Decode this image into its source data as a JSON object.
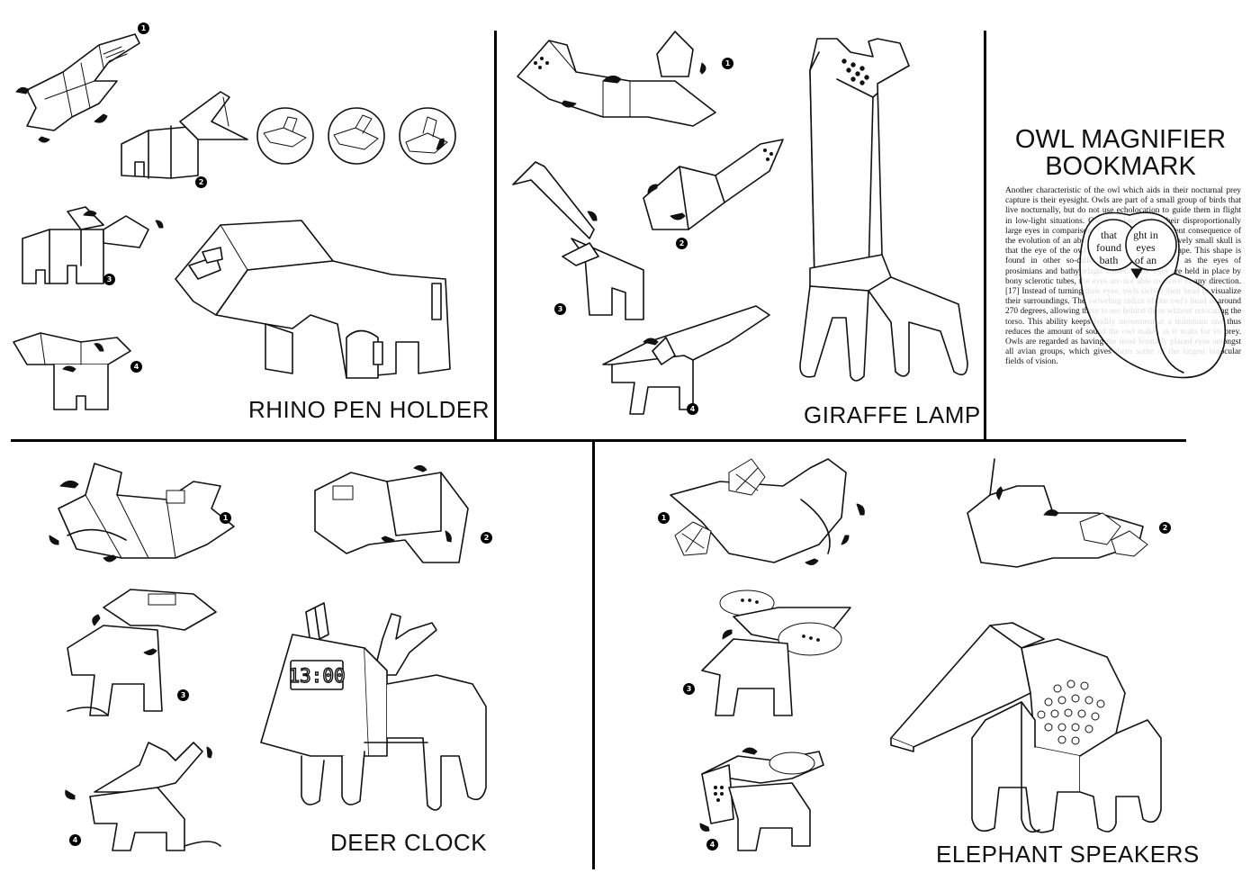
{
  "panels": {
    "rhino": {
      "title": "RHINO PEN HOLDER",
      "steps": [
        "1",
        "2",
        "3",
        "4"
      ]
    },
    "giraffe": {
      "title": "GIRAFFE LAMP",
      "steps": [
        "1",
        "2",
        "3",
        "4"
      ]
    },
    "owl": {
      "title_line1": "OWL MAGNIFIER",
      "title_line2": "BOOKMARK",
      "text": "Another characteristic of the owl which aids in their nocturnal prey capture is their eyesight. Owls are part of a small group of birds that live nocturnally, but do not use echolocation to guide them in flight in low-light situations. Owls are known for their disproportionally large eyes in comparison to their skull. An apparent consequence of the evolution of an absolutely large eye in a relatively small skull is that the eye of the owl has become tubular in shape. This shape is found in other so-called nocturnal eyes, such as the eyes of prosimians and bathypelagic fishes. Owls' eyes are held in place by bony sclerotic tubes, the eyes are not able to move in any direction.[17] Instead of turning their eyes, owls swivel their head to visualize their surroundings. The swiveling radius of the owl's head is around 270 degrees, allowing them to see behind them without relocating the torso. This ability keeps bodily movement at a minimum and thus reduces the amount of sound the owl makes as it waits for its prey. Owls are regarded as having the most frontally placed eyes amongst all avian groups, which gives them some of the largest binocular fields of vision.",
      "lens_left": [
        "that",
        "found",
        "bath"
      ],
      "lens_right": [
        "ght in",
        "eyes",
        "of an"
      ]
    },
    "deer": {
      "title": "DEER CLOCK",
      "clock_time": "13:00",
      "steps": [
        "1",
        "2",
        "3",
        "4"
      ]
    },
    "elephant": {
      "title": "ELEPHANT SPEAKERS",
      "steps": [
        "1",
        "2",
        "3",
        "4"
      ]
    }
  }
}
